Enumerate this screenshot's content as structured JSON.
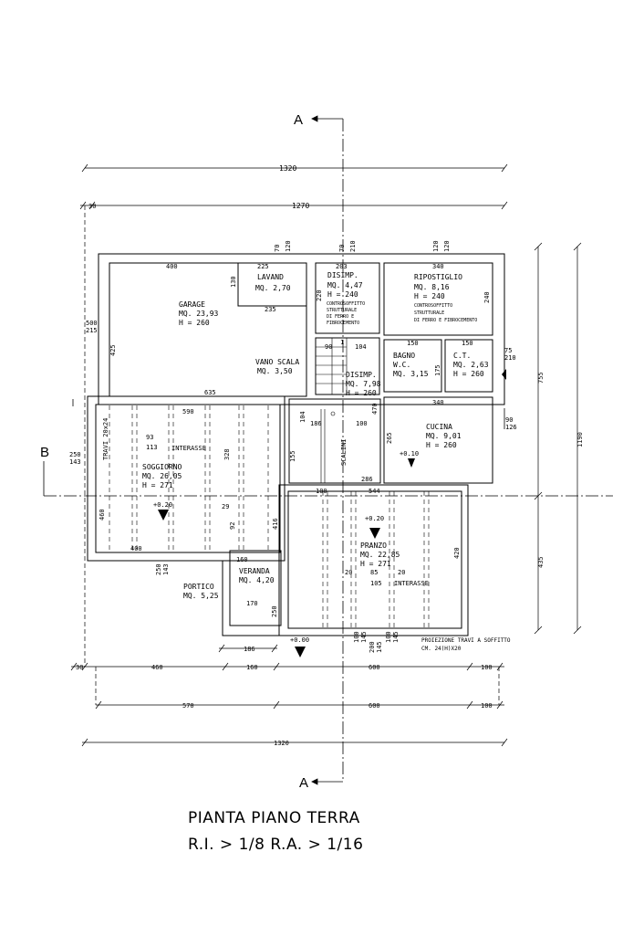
{
  "sections": {
    "a": "A",
    "b": "B"
  },
  "dims": {
    "total_top": "1320",
    "inner_top": "1270",
    "left_offset": "30",
    "right_outer": "1190",
    "right_upper": "755",
    "right_lower": "435",
    "bottom_row1": [
      "460",
      "160",
      "600",
      "100"
    ],
    "bottom_row1_left": "30",
    "bottom_row2": [
      "570",
      "600",
      "100"
    ],
    "bottom_total": "1320",
    "veranda_width": "186",
    "left_side_upper": [
      "500",
      "215"
    ],
    "left_side_mid": [
      "250",
      "143"
    ]
  },
  "rooms": {
    "garage": {
      "name": "GARAGE",
      "area": "MQ. 23,93",
      "height": "H = 260",
      "w": "400",
      "h": "425",
      "bottom": "635"
    },
    "lavand": {
      "name": "LAVAND",
      "area": "MQ. 2,70",
      "w": "225",
      "h": "130",
      "bottom": "235",
      "win": [
        "70",
        "120"
      ]
    },
    "disimp1": {
      "name": "DISIMP.",
      "area": "MQ. 4,47",
      "height": "H = 240",
      "note1": "CONTROSOFFITTO",
      "note2": "STRUTTURALE",
      "note3": "DI FERRO E",
      "note4": "FIBROCEMENTO",
      "w": "203",
      "h": "220",
      "win": [
        "70",
        "210"
      ]
    },
    "ripostiglio": {
      "name": "RIPOSTIGLIO",
      "area": "MQ. 8,16",
      "height": "H = 240",
      "note1": "CONTROSOFFITTO",
      "note2": "STRUTTURALE",
      "note3": "DI FERRO E FIBROCEMENTO",
      "w": "340",
      "h": "240",
      "win": [
        "120",
        "120"
      ]
    },
    "vano_scala": {
      "name": "VANO SCALA",
      "area": "MQ. 3,50",
      "d1": "90",
      "d2": "104",
      "d3": "1"
    },
    "disimp2": {
      "name": "DISIMP.",
      "area": "MQ. 7,98",
      "height": "H = 260",
      "h": "470"
    },
    "bagno": {
      "name": "BAGNO",
      "sub": "W.C.",
      "area": "MQ. 3,15",
      "w": "150",
      "h": "175"
    },
    "ct": {
      "name": "C.T.",
      "area": "MQ. 2,63",
      "height": "H = 260",
      "w": "150",
      "win": [
        "75",
        "210"
      ]
    },
    "cucina": {
      "name": "CUCINA",
      "area": "MQ. 9,01",
      "height": "H = 260",
      "w": "340",
      "h": "265",
      "bottom": "286",
      "win": [
        "90",
        "126"
      ],
      "level": "+0.10"
    },
    "soggiorno": {
      "name": "SOGGIORNO",
      "area": "MQ. 26,05",
      "height": "H = 271",
      "w": "590",
      "h": "460",
      "beams": "TRAVI 20x24",
      "d93": "93",
      "d113": "113",
      "interasse": "INTERASSE",
      "d328": "328",
      "d400": "400",
      "win": [
        "250",
        "143"
      ],
      "level": "+0.20"
    },
    "scalini": {
      "name": "SCALINI",
      "d186": "186",
      "d100": "100",
      "d104": "104",
      "d155": "155"
    },
    "pranzo": {
      "name": "PRANZO",
      "area": "MQ. 22,85",
      "height": "H = 271",
      "w": "544",
      "d100": "100",
      "h": "420",
      "d20a": "20",
      "d85": "85",
      "d20b": "20",
      "d105": "105",
      "interasse": "INTERASSE",
      "level": "+0.20",
      "bottom_win": [
        "100",
        "145",
        "200",
        "145",
        "100",
        "145"
      ],
      "d416": "416"
    },
    "veranda": {
      "name": "VERANDA",
      "area": "MQ. 4,20",
      "w": "160",
      "h": "250",
      "bottom": "170",
      "d29": "29",
      "d92": "92"
    },
    "portico": {
      "name": "PORTICO",
      "area": "MQ. 5,25"
    }
  },
  "ground_level": "+0.00",
  "beam_note": {
    "line1": "PROIEZIONE TRAVI A SOFFITTO",
    "line2": "CM. 24(H)X20"
  },
  "title": {
    "line1": "PIANTA PIANO TERRA",
    "line2": "R.I. > 1/8   R.A. > 1/16"
  }
}
